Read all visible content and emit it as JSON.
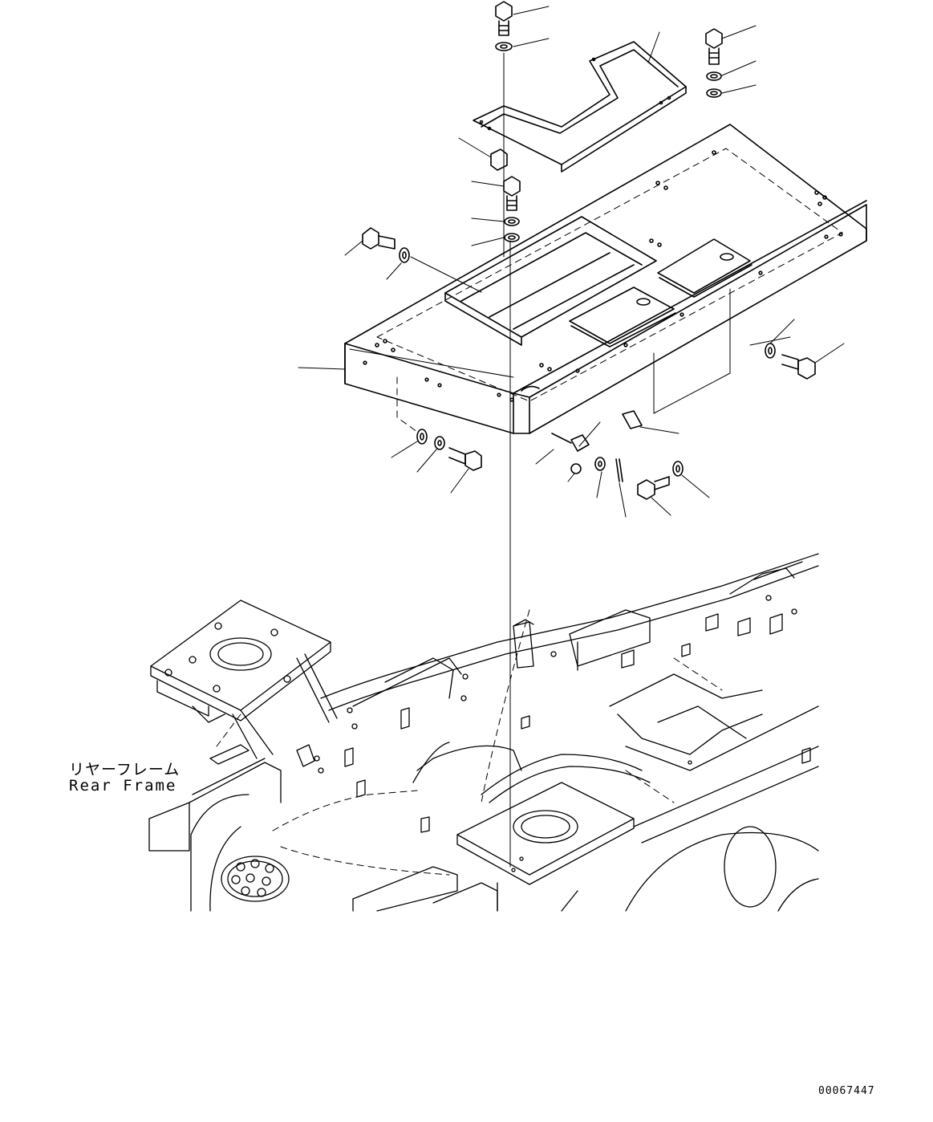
{
  "labels": {
    "rear_frame_jp": "リヤーフレーム",
    "rear_frame_en": "Rear Frame"
  },
  "drawing_number": "00067447"
}
